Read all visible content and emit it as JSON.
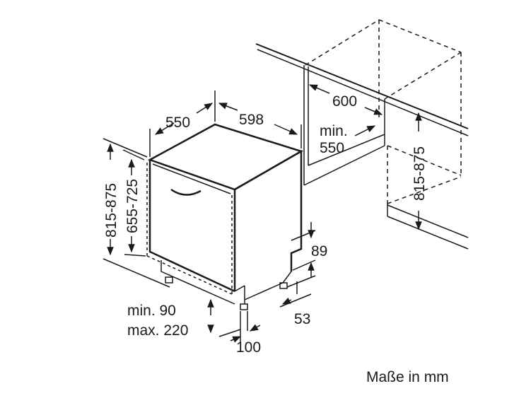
{
  "dimensions": {
    "appliance_depth": "550",
    "appliance_width": "598",
    "appliance_height": "815-875",
    "door_height": "655-725",
    "niche_width": "600",
    "niche_min_depth_line1": "min.",
    "niche_min_depth_line2": "550",
    "niche_height": "815-875",
    "plinth_height": "89",
    "foot_height": "53",
    "plinth_gap_line1": "min. 90",
    "plinth_gap_line2": "max. 220",
    "plinth_setback": "100"
  },
  "caption": "Maße in mm",
  "colors": {
    "line": "#1a1a1a",
    "dashed": "#1a1a1a",
    "background": "#ffffff"
  }
}
